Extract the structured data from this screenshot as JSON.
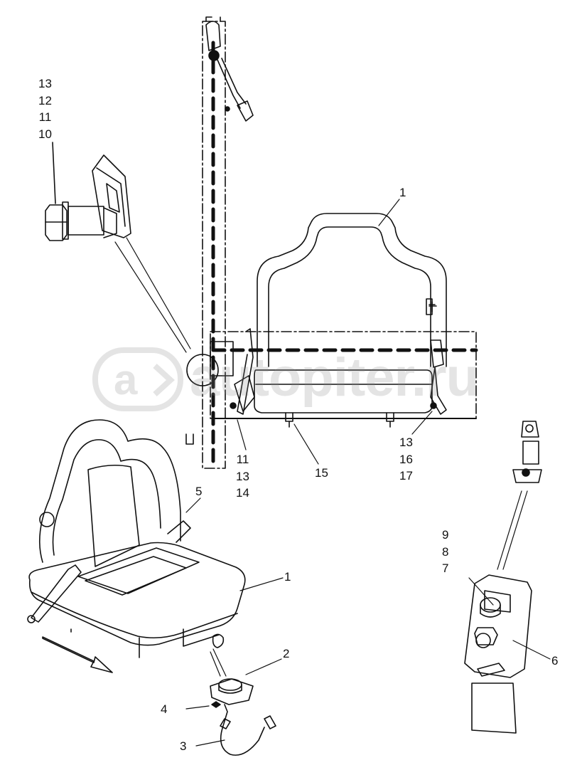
{
  "diagram": {
    "callouts": {
      "c1_top": "1",
      "c1_bottom": "1",
      "c2": "2",
      "c3": "3",
      "c4": "4",
      "c5": "5",
      "c6": "6",
      "c15": "15",
      "stack_top_left": [
        "13",
        "12",
        "11",
        "10"
      ],
      "stack_mid_left": [
        "11",
        "13",
        "14"
      ],
      "stack_mid_right": [
        "13",
        "16",
        "17"
      ],
      "stack_right": [
        "9",
        "8",
        "7"
      ]
    },
    "watermark_text": "autopiter.ru",
    "colors": {
      "line": "#111111",
      "watermark": "#888888"
    }
  }
}
